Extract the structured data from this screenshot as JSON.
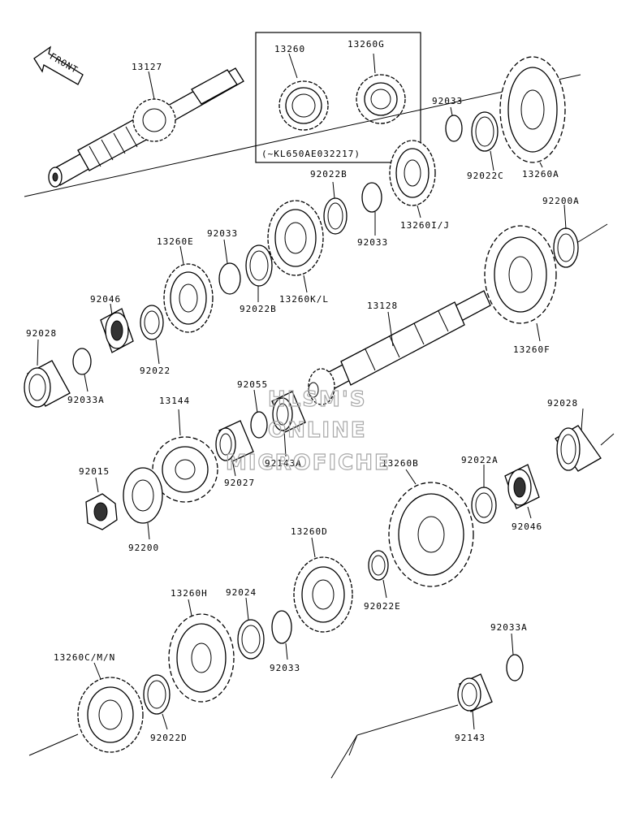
{
  "front_label": "FRONT",
  "inset_note": "(~KL650AE032217)",
  "watermark": [
    "HLSM'S",
    "ONLINE",
    "MICROFICHE"
  ],
  "part_labels": {
    "p13127": "13127",
    "p13260": "13260",
    "p13260G": "13260G",
    "p92033_top": "92033",
    "p13260A": "13260A",
    "p92022C": "92022C",
    "p92022B_top": "92022B",
    "p13260IJ": "13260I/J",
    "p92033_mid": "92033",
    "p92200A": "92200A",
    "p13260E": "13260E",
    "p92033_left": "92033",
    "p13260KL": "13260K/L",
    "p92022B_low": "92022B",
    "p92046_left": "92046",
    "p92028_left": "92028",
    "p92022": "92022",
    "p92033A_left": "92033A",
    "p13128": "13128",
    "p13260F": "13260F",
    "p92055": "92055",
    "p13144": "13144",
    "p92028_right": "92028",
    "p92143A": "92143A",
    "p92027": "92027",
    "p92015": "92015",
    "p92200": "92200",
    "p13260B": "13260B",
    "p92022A": "92022A",
    "p92046_right": "92046",
    "p13260D": "13260D",
    "p92022E": "92022E",
    "p13260H": "13260H",
    "p92024": "92024",
    "p92033_bottom": "92033",
    "p13260CMN": "13260C/M/N",
    "p92022D": "92022D",
    "p92033A_right": "92033A",
    "p92143": "92143"
  }
}
